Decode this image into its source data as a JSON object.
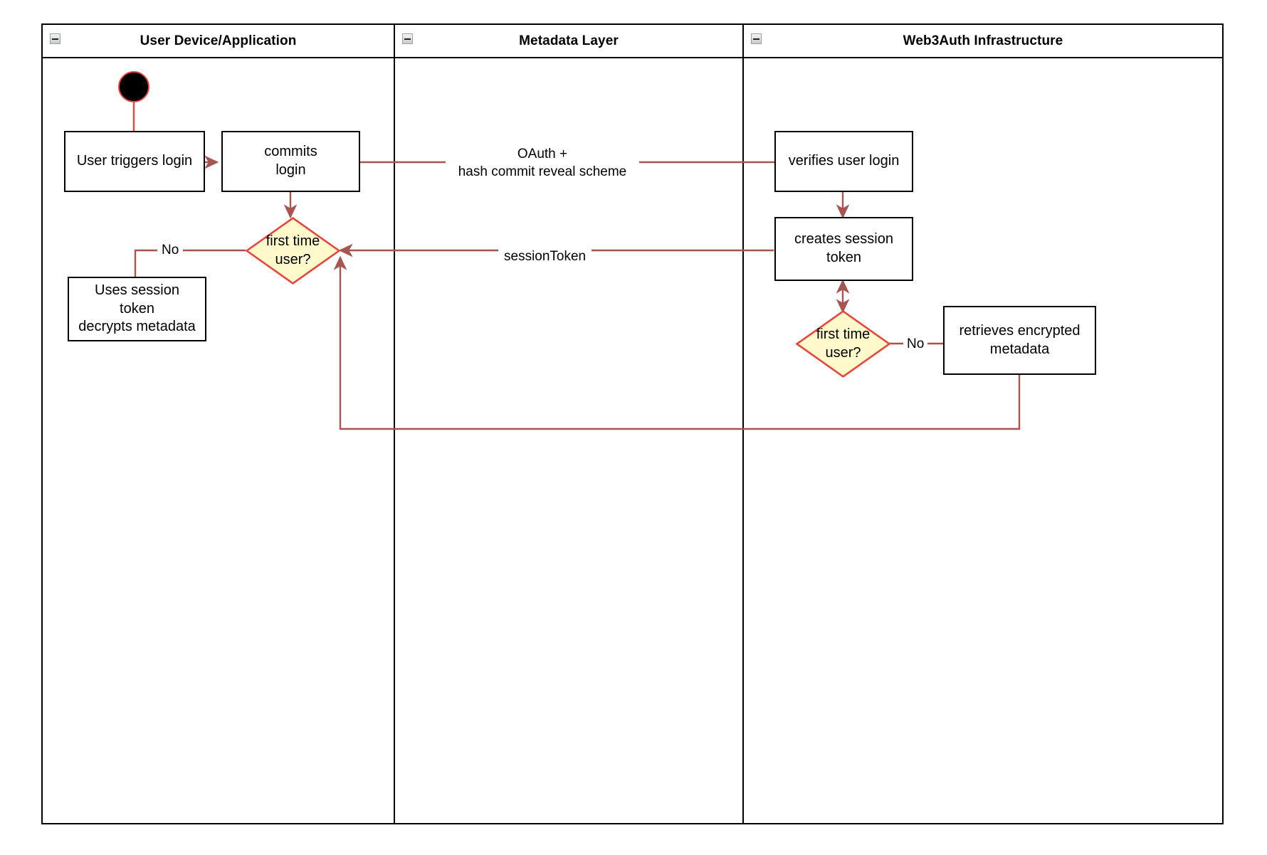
{
  "diagram": {
    "title": "Web3Auth login activity diagram",
    "type": "swimlane-activity-diagram",
    "colors": {
      "edge": "#a85450",
      "decision_border": "#e8453c",
      "decision_fill": "#fff9cc",
      "node_border": "#000000",
      "node_fill": "#ffffff",
      "start_fill": "#000000",
      "start_border": "#e8453c",
      "lane_border": "#000000"
    }
  },
  "lanes": [
    {
      "id": "lane-user-device",
      "title": "User Device/Application",
      "icon": "collapse-minus-icon"
    },
    {
      "id": "lane-metadata",
      "title": "Metadata Layer",
      "icon": "collapse-minus-icon"
    },
    {
      "id": "lane-web3auth",
      "title": "Web3Auth Infrastructure",
      "icon": "collapse-minus-icon"
    }
  ],
  "nodes": {
    "start": {
      "shape": "initial-node",
      "label": ""
    },
    "user_triggers_login": {
      "shape": "rect",
      "label": "User triggers login",
      "lane": "lane-user-device"
    },
    "commits_login": {
      "shape": "rect",
      "label": "commits\nlogin",
      "line1": "commits",
      "line2": "login",
      "lane": "lane-user-device"
    },
    "first_time_user_left": {
      "shape": "diamond",
      "label": "first time\nuser?",
      "line1": "first time",
      "line2": "user?",
      "lane": "lane-user-device"
    },
    "uses_session_token": {
      "shape": "rect",
      "label": "Uses session\ntoken\ndecrypts metadata",
      "line1": "Uses session",
      "line2": "token",
      "line3": "decrypts metadata",
      "lane": "lane-user-device"
    },
    "verifies_user_login": {
      "shape": "rect",
      "label": "verifies user login",
      "lane": "lane-web3auth"
    },
    "creates_session_token": {
      "shape": "rect",
      "label": "creates session\ntoken",
      "line1": "creates session",
      "line2": "token",
      "lane": "lane-web3auth"
    },
    "first_time_user_right": {
      "shape": "diamond",
      "label": "first time\nuser?",
      "line1": "first time",
      "line2": "user?",
      "lane": "lane-web3auth"
    },
    "retrieves_encrypted_metadata": {
      "shape": "rect",
      "label": "retrieves encrypted\nmetadata",
      "line1": "retrieves encrypted",
      "line2": "metadata",
      "lane": "lane-web3auth"
    }
  },
  "edge_labels": {
    "oauth_line1": "OAuth +",
    "oauth_line2": "hash commit reveal scheme",
    "session_token": "sessionToken",
    "no_left": "No",
    "no_right": "No"
  }
}
